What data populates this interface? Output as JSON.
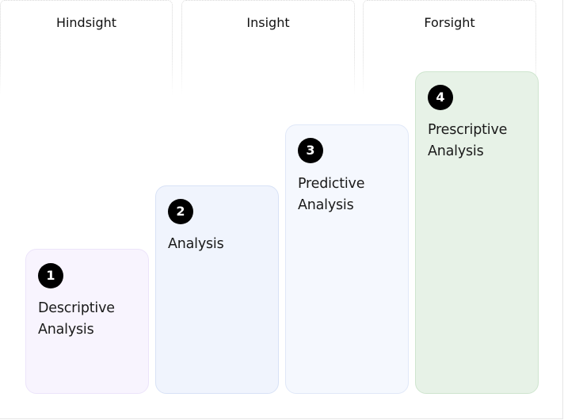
{
  "headers": [
    {
      "label": "Hindsight"
    },
    {
      "label": "Insight"
    },
    {
      "label": "Forsight"
    }
  ],
  "steps": [
    {
      "number": "1",
      "label": "Descriptive\nAnalysis",
      "fill": "#f8f4fe",
      "border": "#ece4fa"
    },
    {
      "number": "2",
      "label": "Analysis",
      "fill": "#f0f4fd",
      "border": "#d8e2f6"
    },
    {
      "number": "3",
      "label": "Predictive\nAnalysis",
      "fill": "#f5f8fe",
      "border": "#e0e8f8"
    },
    {
      "number": "4",
      "label": "Prescriptive\nAnalysis",
      "fill": "#e7f2e7",
      "border": "#cfe5cf"
    }
  ]
}
